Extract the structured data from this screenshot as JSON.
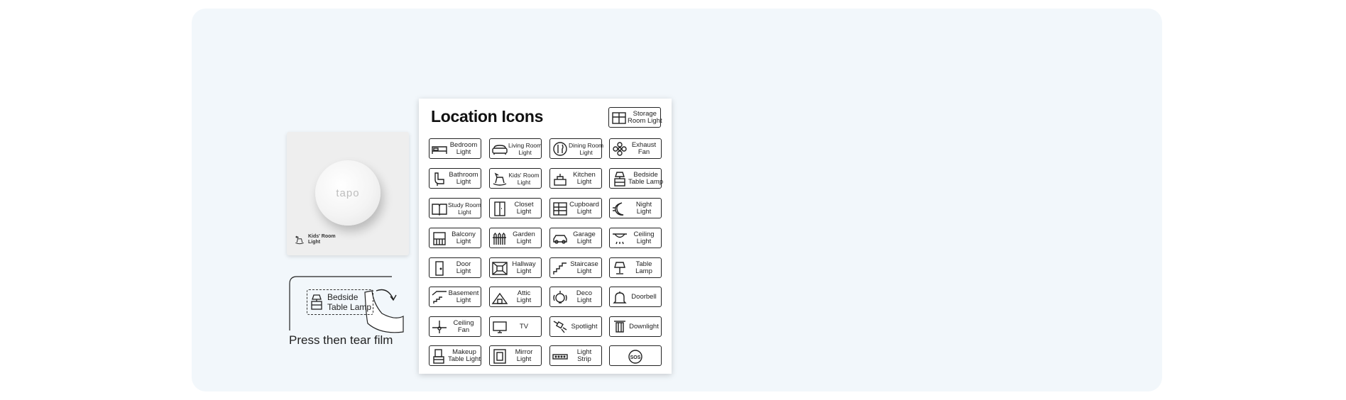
{
  "device": {
    "logo": "tapo",
    "label": "Kids' Room\nLight",
    "label_icon": "rocking-horse-icon"
  },
  "film": {
    "label": "Bedside\nTable Lamp",
    "label_icon": "bedside-lamp-icon",
    "caption": "Press then tear film"
  },
  "card": {
    "title": "Location Icons",
    "top_chip": {
      "label": "Storage\nRoom Light",
      "icon": "storage-icon"
    },
    "chips": [
      {
        "label": "Bedroom\nLight",
        "icon": "bed-icon"
      },
      {
        "label": "Living Room\nLight",
        "icon": "sofa-icon",
        "small": true
      },
      {
        "label": "Dining Room\nLight",
        "icon": "fork-knife-icon",
        "small": true
      },
      {
        "label": "Exhaust\nFan",
        "icon": "fan-icon"
      },
      {
        "label": "Bathroom\nLight",
        "icon": "toilet-icon"
      },
      {
        "label": "Kids' Room\nLight",
        "icon": "rocking-horse-icon",
        "small": true
      },
      {
        "label": "Kitchen\nLight",
        "icon": "kitchen-icon"
      },
      {
        "label": "Bedside\nTable Lamp",
        "icon": "bedside-lamp-icon"
      },
      {
        "label": "Study Room\nLight",
        "icon": "book-icon",
        "small": true
      },
      {
        "label": "Closet\nLight",
        "icon": "closet-icon"
      },
      {
        "label": "Cupboard\nLight",
        "icon": "cupboard-icon"
      },
      {
        "label": "Night\nLight",
        "icon": "moon-icon"
      },
      {
        "label": "Balcony\nLight",
        "icon": "balcony-icon"
      },
      {
        "label": "Garden\nLight",
        "icon": "fence-icon"
      },
      {
        "label": "Garage\nLight",
        "icon": "car-icon"
      },
      {
        "label": "Ceiling\nLight",
        "icon": "ceiling-light-icon"
      },
      {
        "label": "Door\nLight",
        "icon": "door-icon"
      },
      {
        "label": "Hallway\nLight",
        "icon": "hallway-icon"
      },
      {
        "label": "Staircase\nLight",
        "icon": "stairs-icon"
      },
      {
        "label": "Table\nLamp",
        "icon": "table-lamp-icon"
      },
      {
        "label": "Basement\nLight",
        "icon": "basement-icon"
      },
      {
        "label": "Attic\nLight",
        "icon": "attic-icon"
      },
      {
        "label": "Deco\nLight",
        "icon": "bulb-icon"
      },
      {
        "label": "Doorbell",
        "icon": "bell-icon"
      },
      {
        "label": "Ceiling\nFan",
        "icon": "ceiling-fan-icon"
      },
      {
        "label": "TV",
        "icon": "tv-icon"
      },
      {
        "label": "Spotlight",
        "icon": "spotlight-icon"
      },
      {
        "label": "Downlight",
        "icon": "downlight-icon"
      },
      {
        "label": "Makeup\nTable Light",
        "icon": "makeup-table-icon"
      },
      {
        "label": "Mirror\nLight",
        "icon": "mirror-icon"
      },
      {
        "label": "Light\nStrip",
        "icon": "light-strip-icon"
      },
      {
        "label": "",
        "icon": "sos-icon"
      }
    ]
  },
  "colors": {
    "panel": "#f2f7fb",
    "card": "#ffffff",
    "ink": "#222222",
    "device": "#eeeeee"
  }
}
